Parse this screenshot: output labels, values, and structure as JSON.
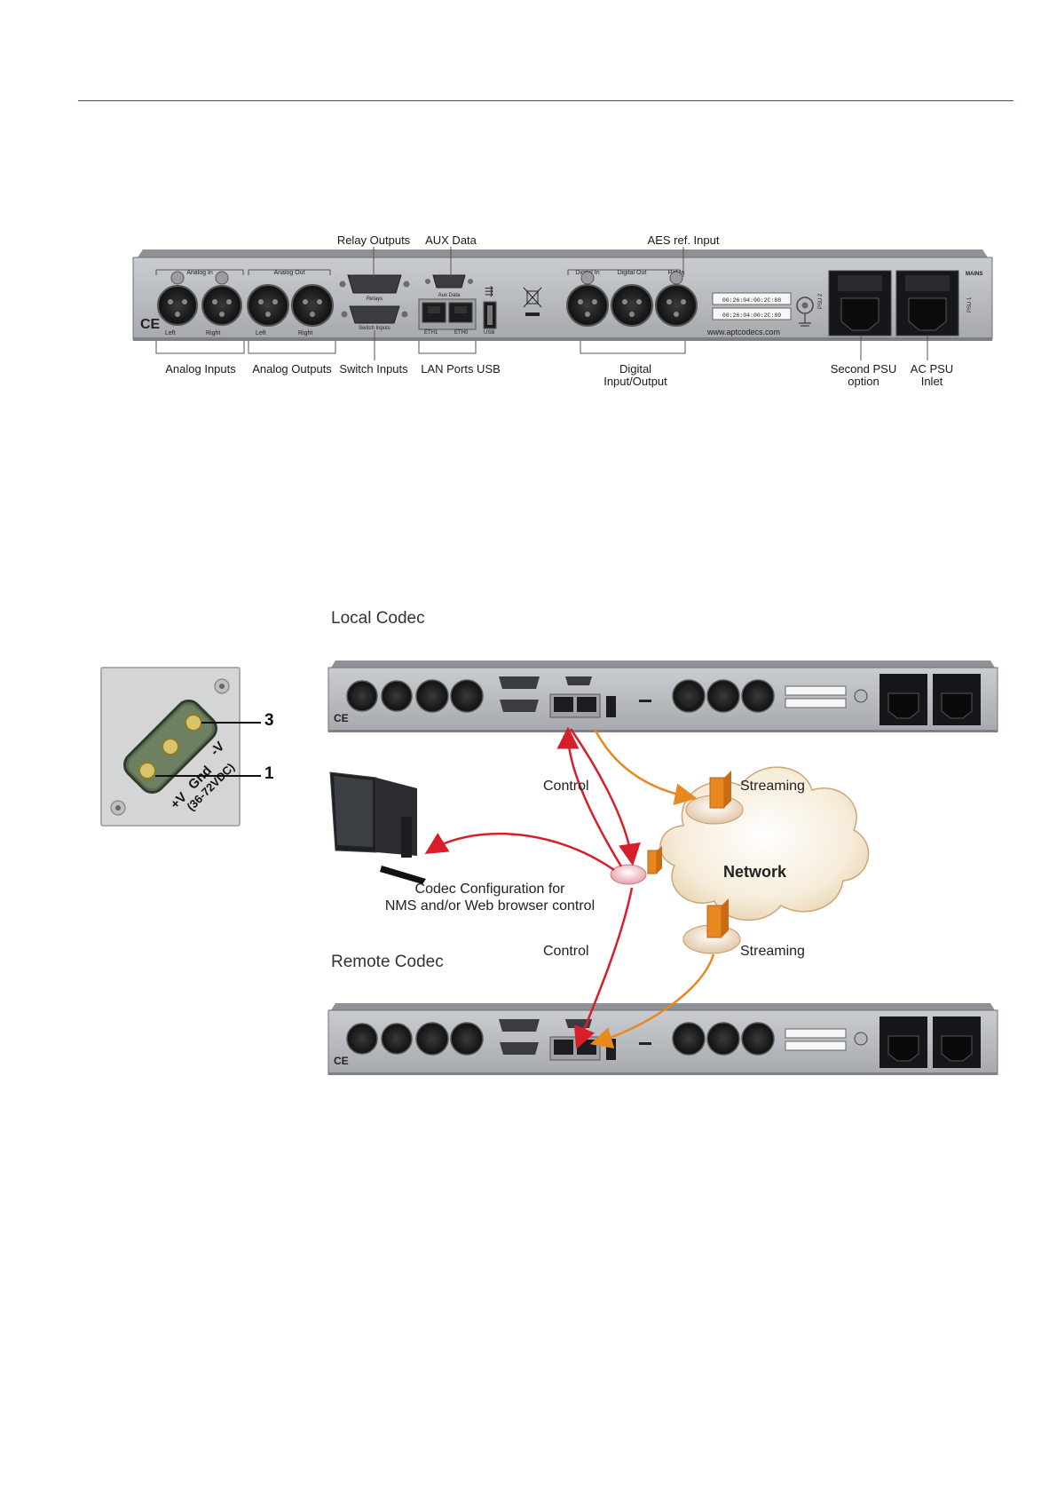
{
  "figure1": {
    "top_labels": {
      "relay_outputs": "Relay Outputs",
      "aux_data": "AUX Data",
      "aes_ref_input": "AES ref. Input"
    },
    "bottom_labels": {
      "analog_inputs": "Analog Inputs",
      "analog_outputs": "Analog Outputs",
      "switch_inputs": "Switch Inputs",
      "lan_ports_usb": "LAN Ports USB",
      "digital_io_line1": "Digital",
      "digital_io_line2": "Input/Output",
      "second_psu_line1": "Second PSU",
      "second_psu_line2": "option",
      "ac_psu_line1": "AC PSU",
      "ac_psu_line2": "Inlet"
    },
    "panel_text": {
      "analog_in": "Analog In",
      "analog_out": "Analog Out",
      "relays": "Relays",
      "aux_data": "Aux Data",
      "switch_inputs": "Switch Inputs",
      "eth1": "ETH1",
      "eth0": "ETH0",
      "usb": "USB",
      "digital_in": "Digital In",
      "digital_out": "Digital Out",
      "ref_in": "Ref In",
      "left": "Left",
      "right": "Right",
      "mac1": "00:26:04:00:2C:88",
      "mac2": "00:26:04:00:2C:89",
      "website": "www.aptcodecs.com",
      "mains": "MAINS",
      "psu1": "PSU 1",
      "psu2": "PSU 2",
      "ce": "CE"
    }
  },
  "connector": {
    "pin_3": "3",
    "pin_1": "1",
    "plus_v": "+V",
    "gnd": "Gnd",
    "minus_v": "-V",
    "range": "(36-72VDC)"
  },
  "figure2": {
    "local_codec": "Local Codec",
    "remote_codec": "Remote Codec",
    "control_top": "Control",
    "streaming_top": "Streaming",
    "network": "Network",
    "config_line1": "Codec Configuration for",
    "config_line2": "NMS and/or Web browser control",
    "control_bottom": "Control",
    "streaming_bottom": "Streaming"
  },
  "colors": {
    "rule": "#2f4f8a",
    "control_arrow": "#d81e2a",
    "streaming_arrow": "#e8891f",
    "panel": "#b9bcc0",
    "panel_dark": "#7c8084"
  }
}
